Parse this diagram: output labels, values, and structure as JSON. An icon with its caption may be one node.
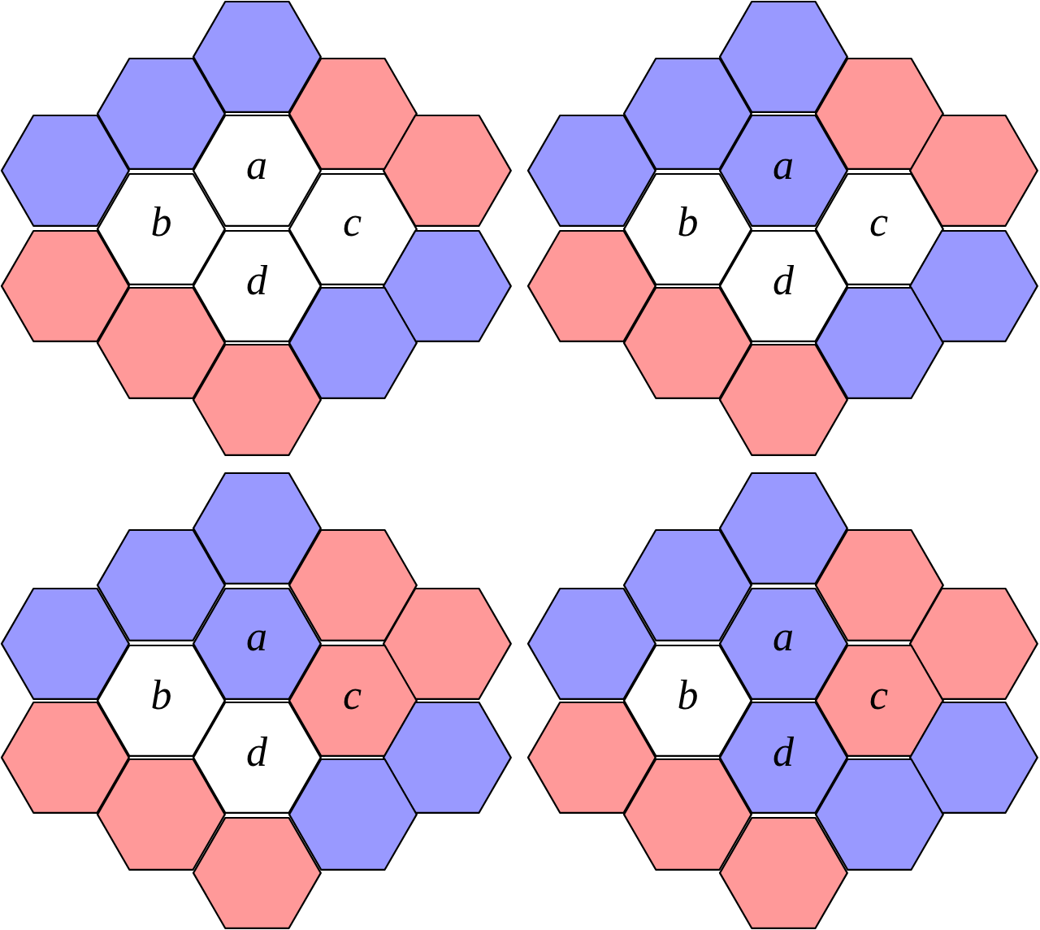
{
  "diagram": {
    "nodes": [
      {
        "text": [],
        "shape": "hexagon"
      },
      {
        "text": [],
        "shape": "hexagon"
      },
      {
        "text": [],
        "shape": "hexagon"
      },
      {
        "text": [],
        "shape": "hexagon"
      },
      {
        "text": [
          "a"
        ]
      },
      {
        "text": [],
        "shape": "hexagon"
      },
      {
        "text": [
          "b"
        ]
      },
      {
        "text": [
          "c"
        ]
      },
      {
        "text": [],
        "shape": "hexagon"
      },
      {
        "text": [
          "d"
        ]
      },
      {
        "text": [],
        "shape": "hexagon"
      },
      {
        "text": [],
        "shape": "hexagon"
      },
      {
        "text": [],
        "shape": "hexagon"
      },
      {
        "text": [],
        "shape": "hexagon"
      },
      {
        "text": [],
        "shape": "hexagon"
      },
      {
        "text": [],
        "shape": "hexagon"
      },
      {
        "text": [],
        "shape": "hexagon"
      },
      {
        "text": [],
        "shape": "hexagon"
      },
      {
        "text": [
          "a"
        ]
      },
      {
        "text": [],
        "shape": "hexagon"
      },
      {
        "text": [
          "b"
        ]
      },
      {
        "text": [
          "c"
        ]
      },
      {
        "text": [],
        "shape": "hexagon"
      },
      {
        "text": [
          "d"
        ]
      },
      {
        "text": [],
        "shape": "hexagon"
      },
      {
        "text": [],
        "shape": "hexagon"
      },
      {
        "text": [],
        "shape": "hexagon"
      },
      {
        "text": [],
        "shape": "hexagon"
      },
      {
        "text": [],
        "shape": "hexagon"
      },
      {
        "text": [],
        "shape": "hexagon"
      },
      {
        "text": [],
        "shape": "hexagon"
      },
      {
        "text": [],
        "shape": "hexagon"
      },
      {
        "text": [
          "a"
        ]
      },
      {
        "text": [],
        "shape": "hexagon"
      },
      {
        "text": [
          "b"
        ]
      },
      {
        "text": [
          "c"
        ]
      },
      {
        "text": [],
        "shape": "hexagon"
      },
      {
        "text": [
          "d"
        ]
      },
      {
        "text": [],
        "shape": "hexagon"
      },
      {
        "text": [],
        "shape": "hexagon"
      },
      {
        "text": [],
        "shape": "hexagon"
      },
      {
        "text": [],
        "shape": "hexagon"
      },
      {
        "text": [],
        "shape": "hexagon"
      },
      {
        "text": [],
        "shape": "hexagon"
      },
      {
        "text": [],
        "shape": "hexagon"
      },
      {
        "text": [],
        "shape": "hexagon"
      },
      {
        "text": [
          "a"
        ]
      },
      {
        "text": [],
        "shape": "hexagon"
      },
      {
        "text": [
          "b"
        ]
      },
      {
        "text": [
          "c"
        ]
      },
      {
        "text": [],
        "shape": "hexagon"
      },
      {
        "text": [
          "d"
        ]
      },
      {
        "text": [],
        "shape": "hexagon"
      },
      {
        "text": [],
        "shape": "hexagon"
      },
      {
        "text": [],
        "shape": "hexagon"
      },
      {
        "text": [],
        "shape": "hexagon"
      }
    ]
  }
}
